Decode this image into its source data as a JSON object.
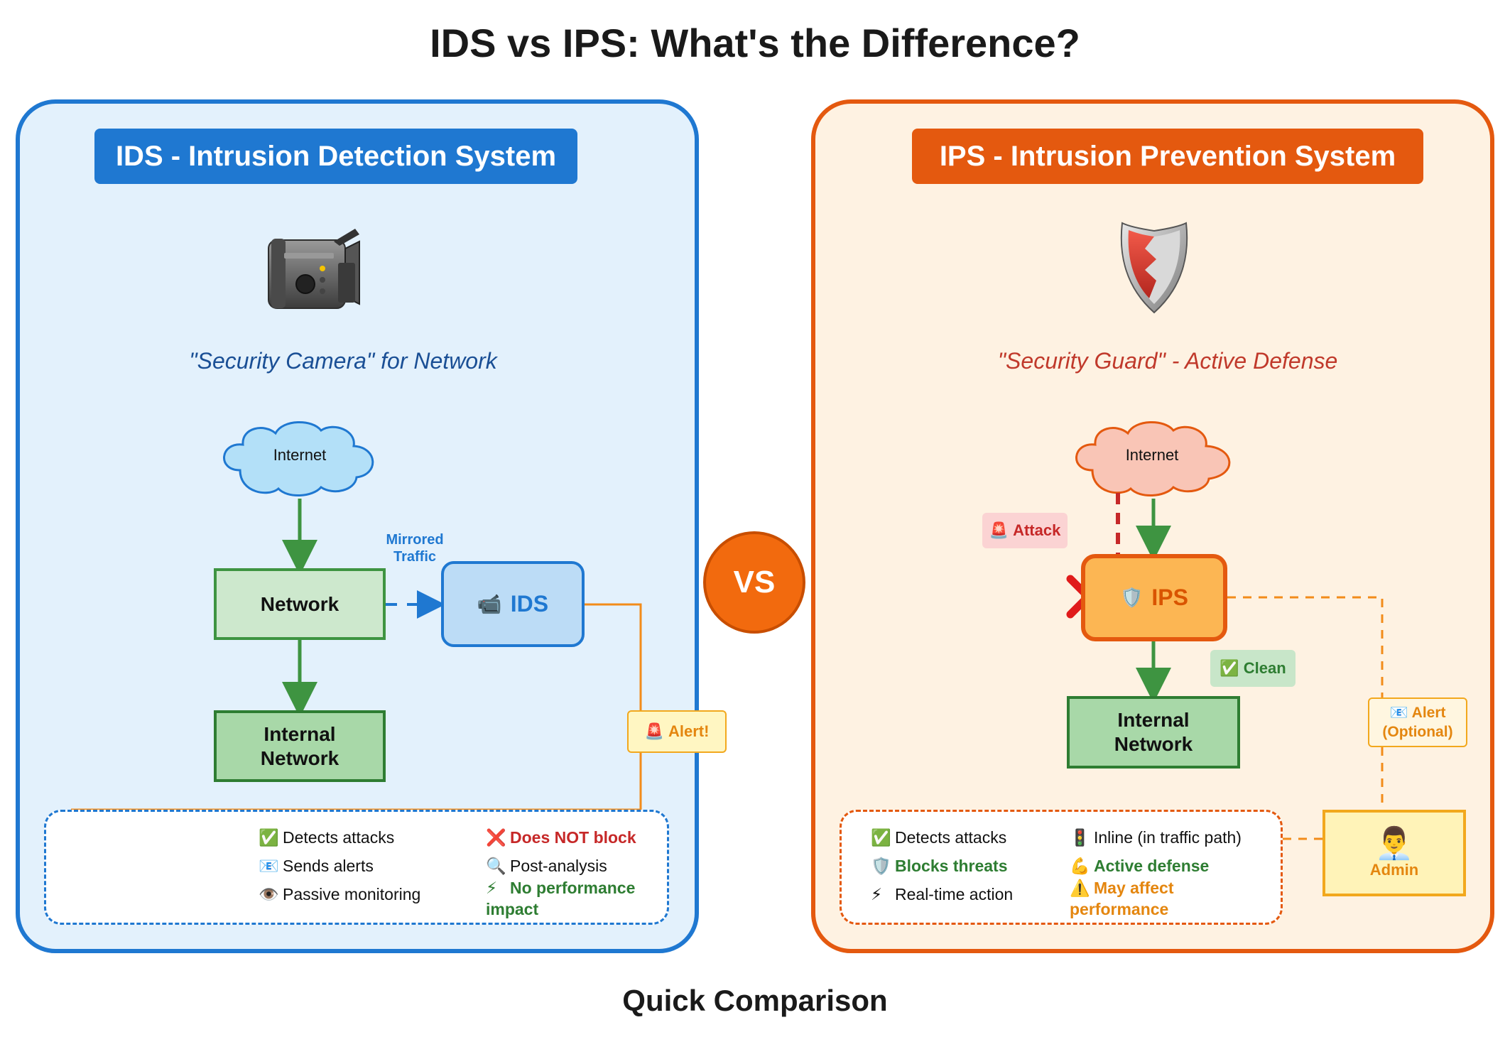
{
  "title": "IDS vs IPS: What's the Difference?",
  "subtitle": "Quick Comparison",
  "vs_label": "VS",
  "ids": {
    "header": "IDS - Intrusion Detection System",
    "tagline": "\"Security Camera\" for Network",
    "hero_icon": "video-camera-icon",
    "cloud": "Internet",
    "network": "Network",
    "mirrored_line1": "Mirrored",
    "mirrored_line2": "Traffic",
    "ids_node": "IDS",
    "ids_node_icon": "📹",
    "internal_line1": "Internal",
    "internal_line2": "Network",
    "alert": "Alert!",
    "alert_icon": "🚨",
    "features": [
      {
        "icon": "✅",
        "text": "Detects attacks"
      },
      {
        "icon": "📧",
        "text": "Sends alerts"
      },
      {
        "icon": "👁️",
        "text": "Passive monitoring"
      },
      {
        "icon": "❌",
        "text": "Does NOT block"
      },
      {
        "icon": "🔍",
        "text": "Post-analysis"
      },
      {
        "icon": "⚡",
        "text": "No performance",
        "text2": "impact"
      }
    ],
    "color": "#1f78d1"
  },
  "ips": {
    "header": "IPS - Intrusion Prevention System",
    "tagline": "\"Security Guard\" - Active Defense",
    "hero_icon": "shield-icon",
    "cloud": "Internet",
    "attack": "Attack",
    "attack_icon": "🚨",
    "ips_node": "IPS",
    "ips_node_icon": "🛡️",
    "clean": "Clean",
    "clean_icon": "✅",
    "internal_line1": "Internal",
    "internal_line2": "Network",
    "alert_line1": "Alert",
    "alert_line2": "(Optional)",
    "alert_icon": "📧",
    "admin": "Admin",
    "admin_icon": "👨‍💼",
    "features": [
      {
        "icon": "✅",
        "text": "Detects attacks"
      },
      {
        "icon": "🛡️",
        "text": "Blocks threats"
      },
      {
        "icon": "⚡",
        "text": "Real-time action"
      },
      {
        "icon": "🚦",
        "text": "Inline (in traffic path)"
      },
      {
        "icon": "💪",
        "text": "Active defense"
      },
      {
        "icon": "⚠️",
        "text": "May affect",
        "text2": "performance"
      }
    ],
    "color": "#e4590f"
  }
}
